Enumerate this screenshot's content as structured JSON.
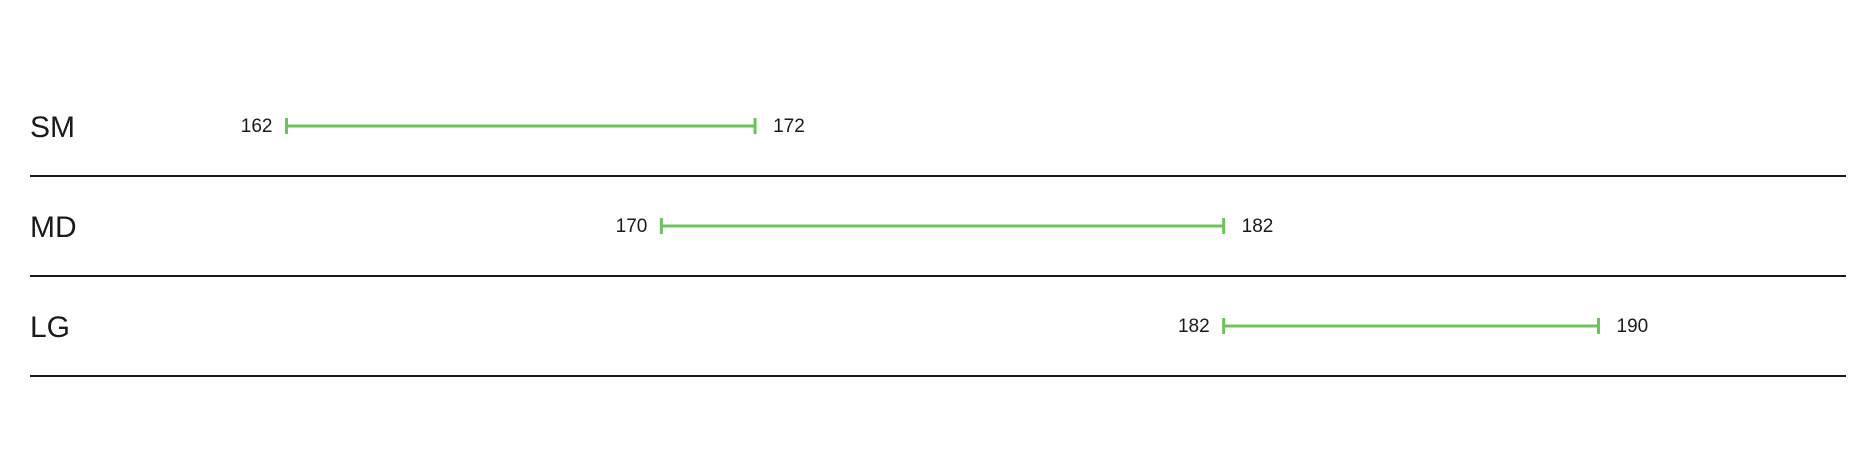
{
  "chart_data": {
    "type": "range",
    "unit": "",
    "categories": [
      "SM",
      "MD",
      "LG"
    ],
    "ranges": [
      {
        "label": "SM",
        "min": 162,
        "max": 172
      },
      {
        "label": "MD",
        "min": 170,
        "max": 182
      },
      {
        "label": "LG",
        "min": 182,
        "max": 190
      }
    ],
    "xlim": [
      159.3,
      194.3
    ],
    "grid": false,
    "colors": {
      "bar": "#6cc25d",
      "divider": "#1a1a1a",
      "text": "#1a1a1a"
    }
  }
}
